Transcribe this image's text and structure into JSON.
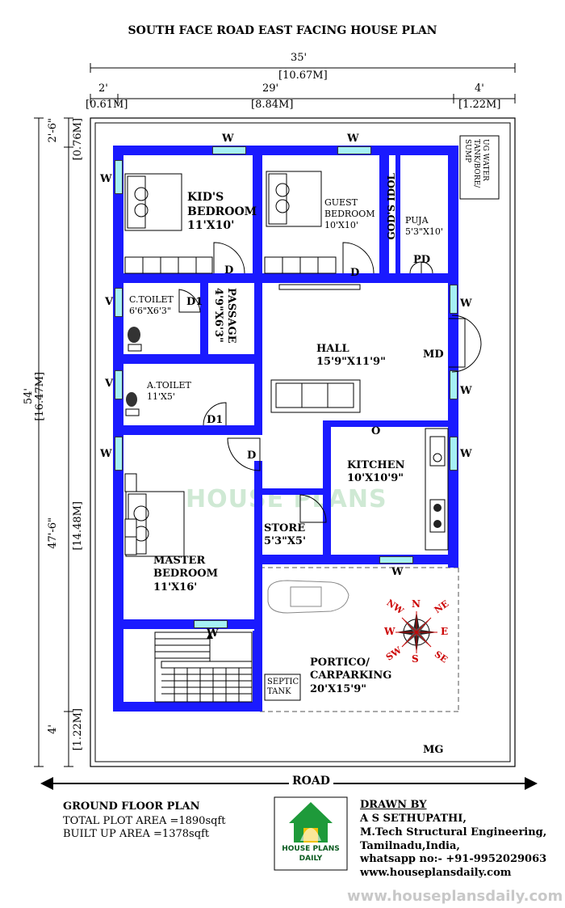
{
  "title": "SOUTH FACE ROAD EAST FACING HOUSE PLAN",
  "dimensions": {
    "total_width": "35'",
    "total_width_m": "[10.67M]",
    "left_setback": "2'",
    "left_setback_m": "[0.61M]",
    "mid_width": "29'",
    "mid_width_m": "[8.84M]",
    "right_setback": "4'",
    "right_setback_m": "[1.22M]",
    "top_setback": "2'-6\"",
    "top_setback_m": "[0.76M]",
    "total_depth": "54'",
    "total_depth_m": "[16.47M]",
    "mid_depth": "47'-6\"",
    "mid_depth_m": "[14.48M]",
    "bottom_setback": "4'",
    "bottom_setback_m": "[1.22M]"
  },
  "rooms": {
    "kids_bedroom": "KID'S\nBEDROOM\n11'X10'",
    "guest_bedroom": "GUEST\nBEDROOM\n10'X10'",
    "gods_idol": "GOD'S IDOL",
    "puja": "PUJA\n5'3\"X10'",
    "ug_tank": "UG WATER\nTANK/BORE/\nSUMP",
    "c_toilet": "C.TOILET\n6'6\"X6'3\"",
    "passage": "PASSAGE\n4'9\"X6'3\"",
    "hall": "HALL\n15'9\"X11'9\"",
    "a_toilet": "A.TOILET\n11'X5'",
    "kitchen": "KITCHEN\n10'X10'9\"",
    "store": "STORE\n5'3\"X5'",
    "master_bedroom": "MASTER\nBEDROOM\n11'X16'",
    "portico": "PORTICO/\nCARPARKING\n20'X15'9\"",
    "septic": "SEPTIC\nTANK"
  },
  "marks": {
    "w": "W",
    "d": "D",
    "d1": "D1",
    "v": "V",
    "pd": "PD",
    "md": "MD",
    "o": "O",
    "mg": "MG"
  },
  "compass": {
    "n": "N",
    "ne": "NE",
    "e": "E",
    "se": "SE",
    "s": "S",
    "sw": "SW",
    "w": "W",
    "nw": "NW"
  },
  "road": "ROAD",
  "footer": {
    "plan_title": "GROUND FLOOR PLAN",
    "plot_area": "TOTAL PLOT AREA =1890sqft",
    "built_area": "BUILT UP AREA =1378sqft",
    "drawn_by": "DRAWN BY",
    "name": "A S SETHUPATHI,",
    "qualification": "M.Tech Structural Engineering,",
    "location": "Tamilnadu,India,",
    "whatsapp": "whatsapp no:- +91-9952029063",
    "website": "www.houseplansdaily.com",
    "logo_line1": "HOUSE PLANS",
    "logo_line2": "DAILY",
    "watermark_url": "www.houseplansdaily.com"
  },
  "watermark": "HOUSE PLANS",
  "colors": {
    "wall": "#1a1aff",
    "window": "#a6f0f5",
    "logo_green": "#1e9a3a"
  }
}
